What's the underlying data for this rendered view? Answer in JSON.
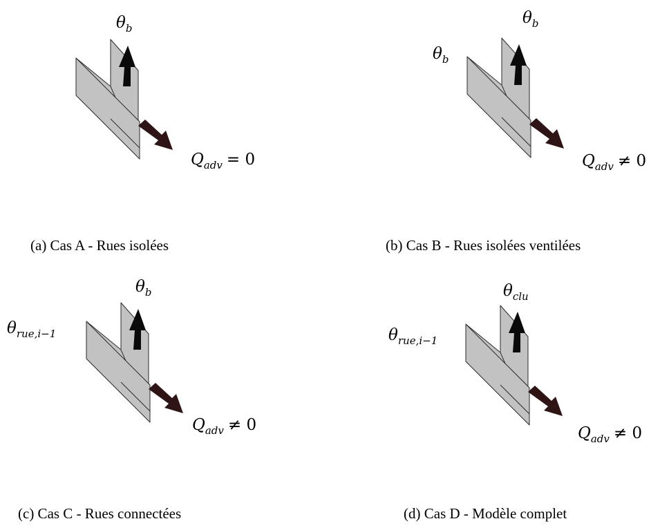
{
  "panels": [
    {
      "caption": "(a) Cas A - Rues isolées",
      "top_label": {
        "base": "θ",
        "sub": "b"
      },
      "left_label": null,
      "flux_label": {
        "base": "Q",
        "sub": "adv",
        "rel": "= 0"
      }
    },
    {
      "caption": "(b) Cas B - Rues isolées ventilées",
      "top_label": {
        "base": "θ",
        "sub": "b"
      },
      "left_label": {
        "base": "θ",
        "sub": "b"
      },
      "flux_label": {
        "base": "Q",
        "sub": "adv",
        "rel": "≠ 0"
      }
    },
    {
      "caption": "(c) Cas C - Rues connectées",
      "top_label": {
        "base": "θ",
        "sub": "b"
      },
      "left_label": {
        "base": "θ",
        "sub": "rue,i−1"
      },
      "flux_label": {
        "base": "Q",
        "sub": "adv",
        "rel": "≠ 0"
      }
    },
    {
      "caption": "(d) Cas D - Modèle complet",
      "top_label": {
        "base": "θ",
        "sub": "clu"
      },
      "left_label": {
        "base": "θ",
        "sub": "rue,i−1"
      },
      "flux_label": {
        "base": "Q",
        "sub": "adv",
        "rel": "≠ 0"
      }
    }
  ],
  "colors": {
    "wall": "#c2c2c2",
    "wall_edge": "#2a2a2a",
    "up_arrow": "#0a0a0a",
    "flux_arrow": "#2e1414"
  }
}
